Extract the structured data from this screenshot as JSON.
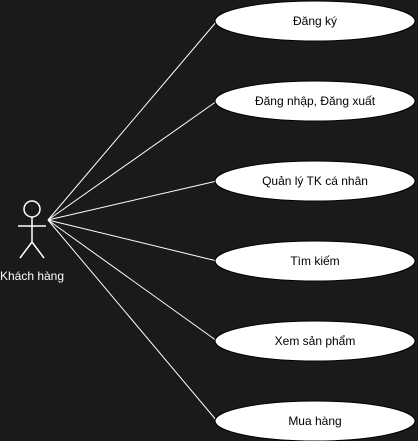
{
  "colors": {
    "background": "#1a1a1a",
    "ellipse_fill": "#ffffff",
    "ellipse_stroke": "#000000",
    "line": "#ffffff",
    "ellipse_text": "#000000",
    "actor_text": "#ffffff"
  },
  "actor": {
    "name": "Khách hàng"
  },
  "use_cases": [
    {
      "label": "Đăng ký"
    },
    {
      "label": "Đăng nhập, Đăng xuất"
    },
    {
      "label": "Quản lý TK cá nhân"
    },
    {
      "label": "Tìm kiếm"
    },
    {
      "label": "Xem sản phẩm"
    },
    {
      "label": "Mua hàng"
    }
  ]
}
